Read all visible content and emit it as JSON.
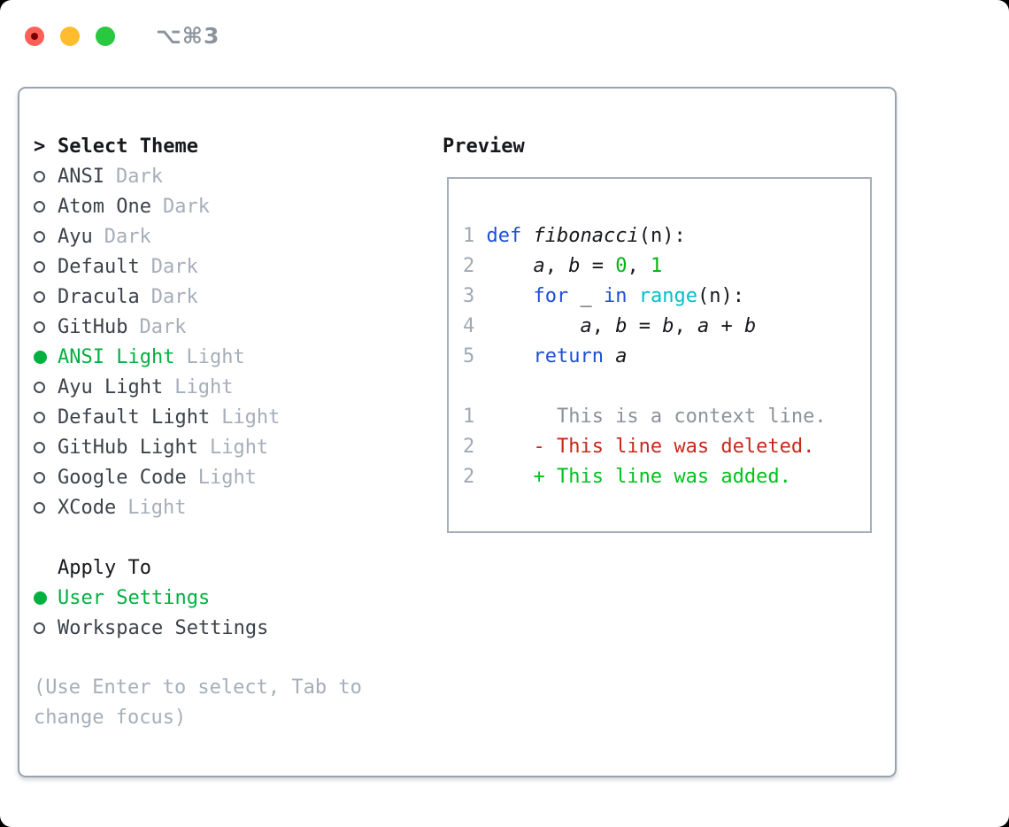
{
  "titlebar": {
    "title": "⌥⌘3"
  },
  "panel": {
    "select_theme": {
      "cursor": ">",
      "heading": "Select Theme",
      "items": [
        {
          "name": "ANSI",
          "tag": "Dark",
          "selected": false
        },
        {
          "name": "Atom One",
          "tag": "Dark",
          "selected": false
        },
        {
          "name": "Ayu",
          "tag": "Dark",
          "selected": false
        },
        {
          "name": "Default",
          "tag": "Dark",
          "selected": false
        },
        {
          "name": "Dracula",
          "tag": "Dark",
          "selected": false
        },
        {
          "name": "GitHub",
          "tag": "Dark",
          "selected": false
        },
        {
          "name": "ANSI Light",
          "tag": "Light",
          "selected": true
        },
        {
          "name": "Ayu Light",
          "tag": "Light",
          "selected": false
        },
        {
          "name": "Default Light",
          "tag": "Light",
          "selected": false
        },
        {
          "name": "GitHub Light",
          "tag": "Light",
          "selected": false
        },
        {
          "name": "Google Code",
          "tag": "Light",
          "selected": false
        },
        {
          "name": "XCode",
          "tag": "Light",
          "selected": false
        }
      ]
    },
    "apply_to": {
      "heading": "Apply To",
      "items": [
        {
          "label": "User Settings",
          "selected": true
        },
        {
          "label": "Workspace Settings",
          "selected": false
        }
      ]
    },
    "help_text": "(Use Enter to select, Tab to change focus)"
  },
  "preview": {
    "heading": "Preview",
    "code_lines": [
      {
        "num": "1",
        "tokens": [
          {
            "c": "kw",
            "t": "def"
          },
          {
            "c": "fg",
            "t": " "
          },
          {
            "c": "fg",
            "i": true,
            "t": "fibonacci"
          },
          {
            "c": "fg",
            "t": "(n):"
          }
        ]
      },
      {
        "num": "2",
        "tokens": [
          {
            "c": "fg",
            "t": "    "
          },
          {
            "c": "fg",
            "i": true,
            "t": "a"
          },
          {
            "c": "fg",
            "t": ", "
          },
          {
            "c": "fg",
            "i": true,
            "t": "b"
          },
          {
            "c": "fg",
            "t": " = "
          },
          {
            "c": "lit",
            "t": "0"
          },
          {
            "c": "fg",
            "t": ", "
          },
          {
            "c": "lit",
            "t": "1"
          }
        ]
      },
      {
        "num": "3",
        "tokens": [
          {
            "c": "fg",
            "t": "    "
          },
          {
            "c": "kw",
            "t": "for"
          },
          {
            "c": "fg",
            "t": " _ "
          },
          {
            "c": "kw",
            "t": "in"
          },
          {
            "c": "fg",
            "t": " "
          },
          {
            "c": "bi",
            "t": "range"
          },
          {
            "c": "fg",
            "t": "(n):"
          }
        ]
      },
      {
        "num": "4",
        "tokens": [
          {
            "c": "fg",
            "t": "        "
          },
          {
            "c": "fg",
            "i": true,
            "t": "a"
          },
          {
            "c": "fg",
            "t": ", "
          },
          {
            "c": "fg",
            "i": true,
            "t": "b"
          },
          {
            "c": "fg",
            "t": " = "
          },
          {
            "c": "fg",
            "i": true,
            "t": "b"
          },
          {
            "c": "fg",
            "t": ", "
          },
          {
            "c": "fg",
            "i": true,
            "t": "a"
          },
          {
            "c": "fg",
            "t": " + "
          },
          {
            "c": "fg",
            "i": true,
            "t": "b"
          }
        ]
      },
      {
        "num": "5",
        "tokens": [
          {
            "c": "fg",
            "t": "    "
          },
          {
            "c": "kw",
            "t": "return"
          },
          {
            "c": "fg",
            "t": " "
          },
          {
            "c": "fg",
            "i": true,
            "t": "a"
          }
        ]
      },
      {
        "num": "",
        "tokens": []
      },
      {
        "num": "1",
        "tokens": [
          {
            "c": "ctx",
            "t": "      This is a context line."
          }
        ]
      },
      {
        "num": "2",
        "tokens": [
          {
            "c": "del",
            "t": "    - This line was deleted."
          }
        ]
      },
      {
        "num": "2",
        "tokens": [
          {
            "c": "add",
            "t": "    + This line was added."
          }
        ]
      }
    ]
  },
  "colors": {
    "accent_green": "#00b140",
    "added_green": "#00c21f",
    "deleted_red": "#c52a1a",
    "keyword_blue": "#1e4fd7",
    "builtin_cyan": "#00c0c7",
    "literal_green": "#00b513",
    "context_gray": "#8b929b",
    "gutter_gray": "#9fa9b4",
    "text_dark": "#3c424a",
    "text_black": "#16181c",
    "muted_gray": "#a6aeb9",
    "border_gray": "#9aa3ae",
    "traffic_red": "#ff5f57",
    "traffic_red_dot": "#750000",
    "traffic_yellow": "#febc2e",
    "traffic_green": "#28c840"
  }
}
